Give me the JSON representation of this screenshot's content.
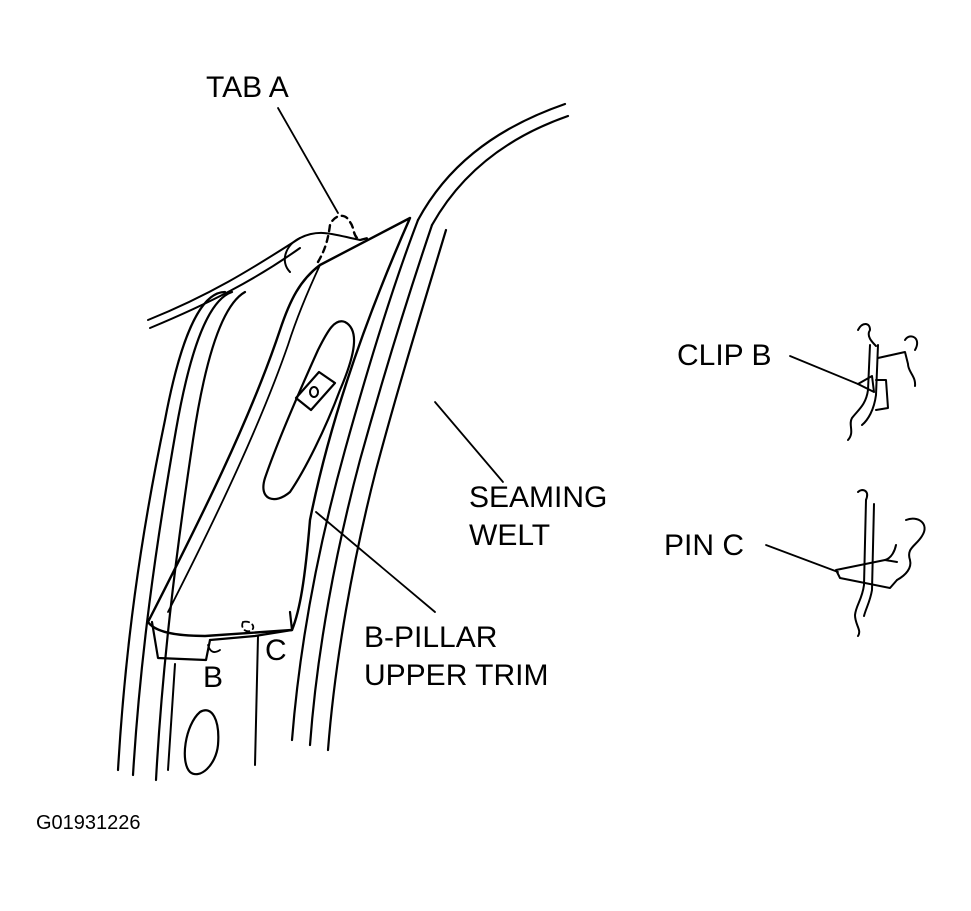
{
  "labels": {
    "tab_a": "TAB A",
    "clip_b": "CLIP B",
    "pin_c": "PIN C",
    "seaming_welt": [
      "SEAMING",
      "WELT"
    ],
    "b_pillar_upper_trim": [
      "B-PILLAR",
      "UPPER TRIM"
    ],
    "b": "B",
    "c": "C"
  },
  "figure_id": "G01931226",
  "colors": {
    "ink": "#000000",
    "background": "#ffffff"
  }
}
